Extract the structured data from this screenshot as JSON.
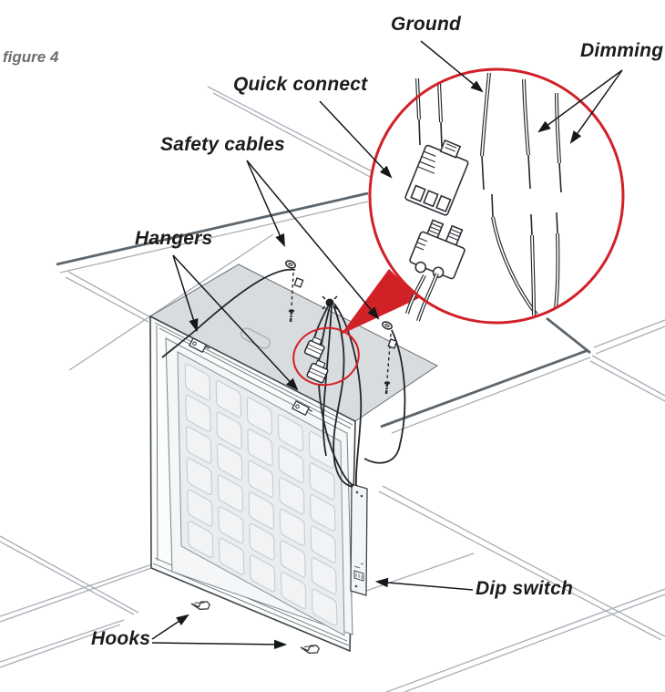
{
  "figure_label": "figure 4",
  "callouts": {
    "quick_connect": "Quick connect",
    "ground": "Ground",
    "dimming": "Dimming",
    "safety_cables": "Safety cables",
    "hangers": "Hangers",
    "dip_switch": "Dip switch",
    "hooks": "Hooks"
  },
  "colors": {
    "highlight_red": "#d22027",
    "grid_line": "#a9aeb6",
    "opening_edge": "#5d666d",
    "fixture_line": "#3f454a",
    "wire": "#23272b",
    "label_text": "#1d1b1c",
    "figure_text": "#6d6e71",
    "panel_face": "#eaecee",
    "panel_top": "#d9dcdf"
  }
}
